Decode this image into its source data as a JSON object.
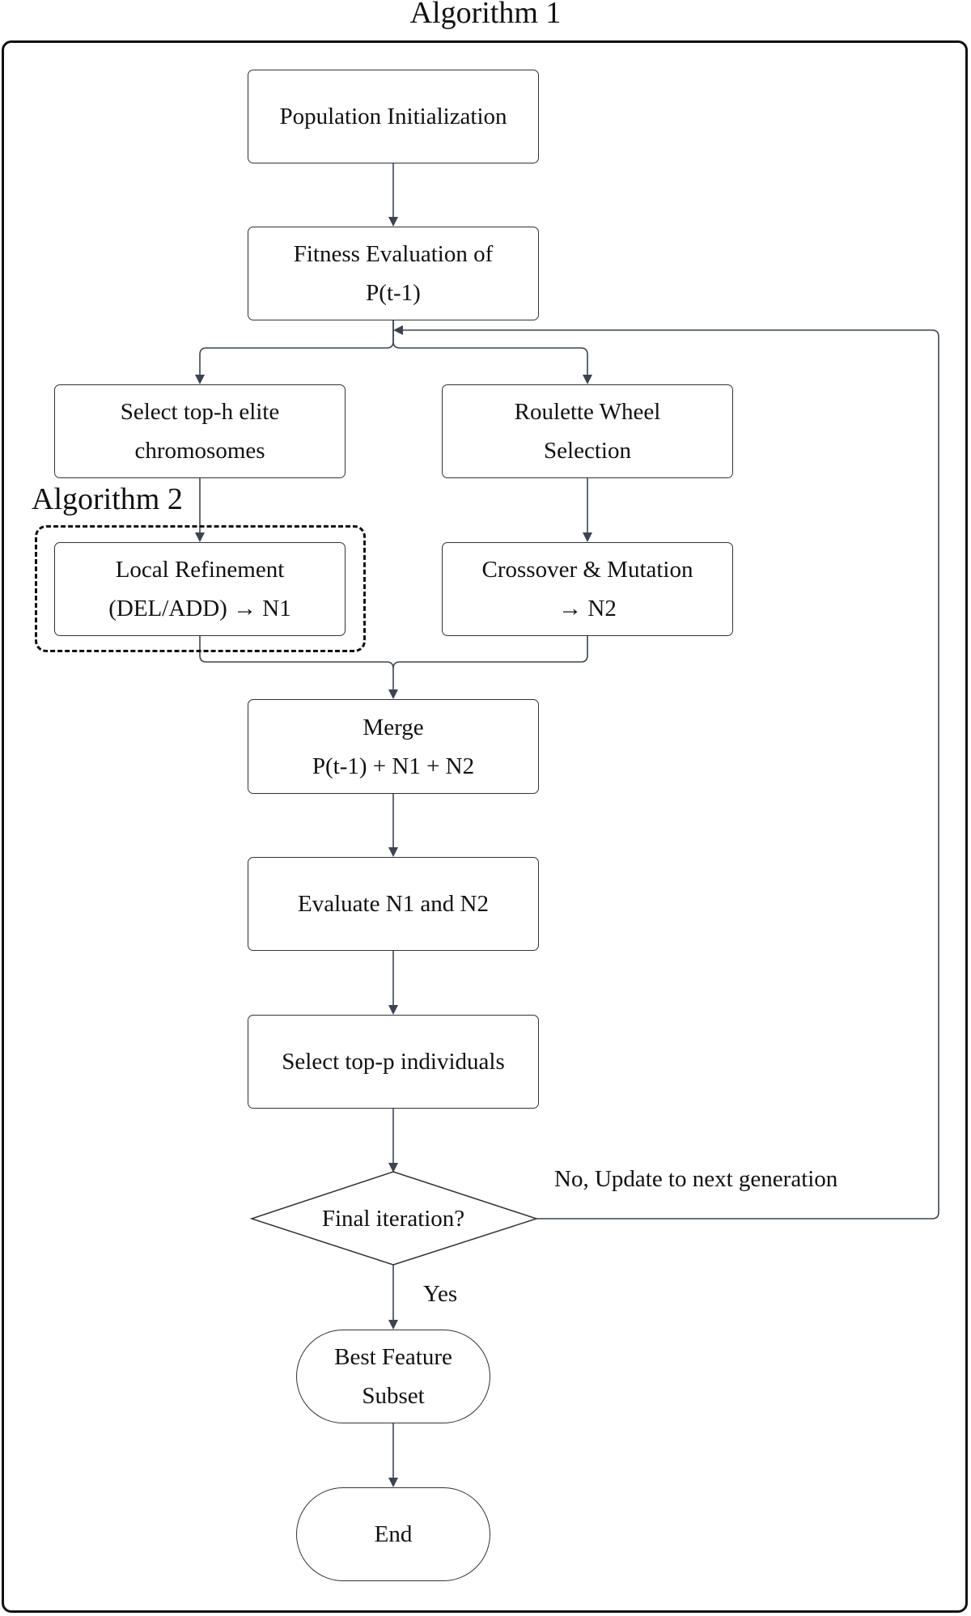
{
  "title": "Algorithm 1",
  "group_label": "Algorithm 2",
  "nodes": {
    "population_init": "Population Initialization",
    "fitness_eval": "Fitness Evaluation of\nP(t-1)",
    "select_elite": "Select top-h elite\nchromosomes",
    "roulette": "Roulette Wheel\nSelection",
    "local_refinement": "Local Refinement\n(DEL/ADD) → N1",
    "crossover": "Crossover & Mutation\n→ N2",
    "merge": "Merge\nP(t-1) + N1 + N2",
    "evaluate": "Evaluate N1 and N2",
    "select_top_p": "Select top-p individuals",
    "decision": "Final iteration?",
    "best_subset": "Best Feature\nSubset",
    "end": "End"
  },
  "edge_labels": {
    "no": "No, Update to next generation",
    "yes": "Yes"
  },
  "colors": {
    "arrow": "#3d4450",
    "border": "#333333",
    "frame": "#111111"
  }
}
